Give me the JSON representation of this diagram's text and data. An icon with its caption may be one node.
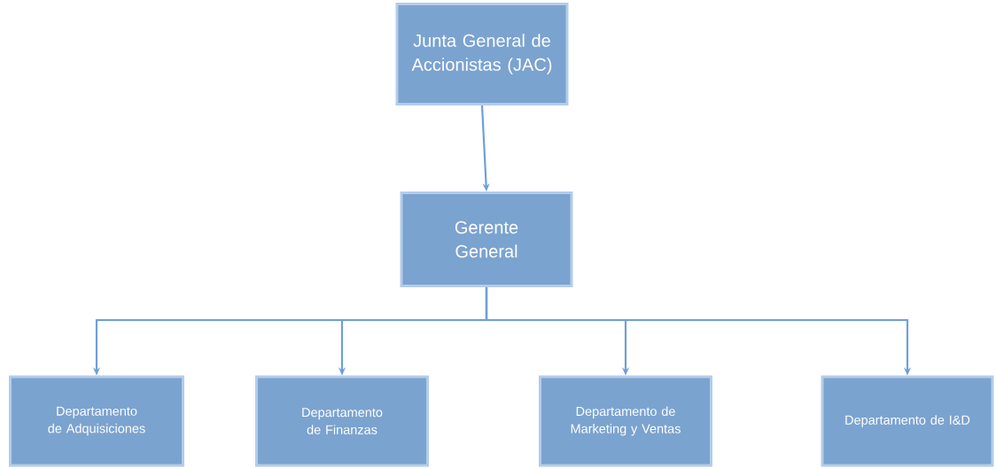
{
  "diagram": {
    "nodes": [
      {
        "text": [
          "Junta General de Accionistas (JAC)"
        ]
      },
      {
        "text": [
          "Gerente General"
        ]
      },
      {
        "text": [
          "Departamento de Adquisiciones"
        ]
      },
      {
        "text": [
          "Departamento de Finanzas"
        ]
      },
      {
        "text": [
          "Departamento de Marketing y Ventas"
        ]
      },
      {
        "text": [
          "Departamento de I&D"
        ]
      }
    ],
    "edges": [
      {
        "from": 0,
        "to": 1,
        "arrow": "to"
      },
      {
        "from": 1,
        "to": 2,
        "arrow": "to"
      },
      {
        "from": 1,
        "to": 3,
        "arrow": "to"
      },
      {
        "from": 1,
        "to": 4,
        "arrow": "to"
      },
      {
        "from": 1,
        "to": 5,
        "arrow": "to"
      }
    ]
  }
}
